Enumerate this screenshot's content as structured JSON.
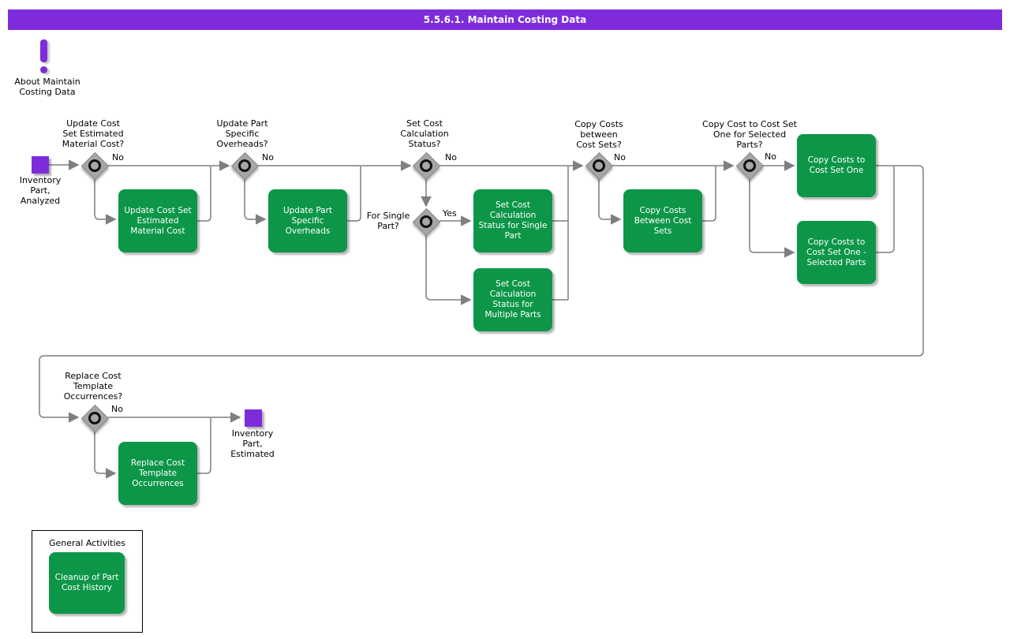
{
  "title_bar": {
    "text": "5.5.6.1. Maintain Costing Data"
  },
  "about": {
    "label": "About Maintain\nCosting Data"
  },
  "start_node": {
    "label": "Inventory\nPart,\nAnalyzed"
  },
  "end_node": {
    "label": "Inventory\nPart,\nEstimated"
  },
  "decisions": {
    "update_cost_set": {
      "question": "Update Cost\nSet Estimated\nMaterial Cost?",
      "branch": "No"
    },
    "update_part_overheads": {
      "question": "Update Part\nSpecific\nOverheads?",
      "branch": "No"
    },
    "set_cost_calc_status": {
      "question": "Set Cost\nCalculation\nStatus?",
      "branch": "No"
    },
    "for_single_part": {
      "question": "For Single\nPart?",
      "branch": "Yes"
    },
    "copy_costs_between": {
      "question": "Copy Costs\nbetween\nCost Sets?",
      "branch": "No"
    },
    "copy_cost_to_set_one": {
      "question": "Copy Cost to Cost Set\nOne for Selected\nParts?",
      "branch": "No"
    },
    "replace_cost_template": {
      "question": "Replace Cost\nTemplate\nOccurrences?",
      "branch": "No"
    }
  },
  "activities": {
    "update_cost_set": "Update Cost Set\nEstimated\nMaterial Cost",
    "update_part_overheads": "Update Part\nSpecific\nOverheads",
    "set_status_single": "Set Cost\nCalculation\nStatus for Single\nPart",
    "set_status_multiple": "Set Cost\nCalculation\nStatus for\nMultiple Parts",
    "copy_between_sets": "Copy Costs\nBetween Cost\nSets",
    "copy_to_set_one": "Copy Costs to\nCost Set One",
    "copy_to_set_one_selected": "Copy Costs to\nCost Set One -\nSelected Parts",
    "replace_template": "Replace Cost\nTemplate\nOccurrences",
    "cleanup_history": "Cleanup of Part\nCost History"
  },
  "general_activities": {
    "title": "General Activities"
  },
  "colors": {
    "purple": "#7E2CDB",
    "green": "#0D9648",
    "line": "#7F7F7F",
    "diamond": "#A6A6A6"
  }
}
